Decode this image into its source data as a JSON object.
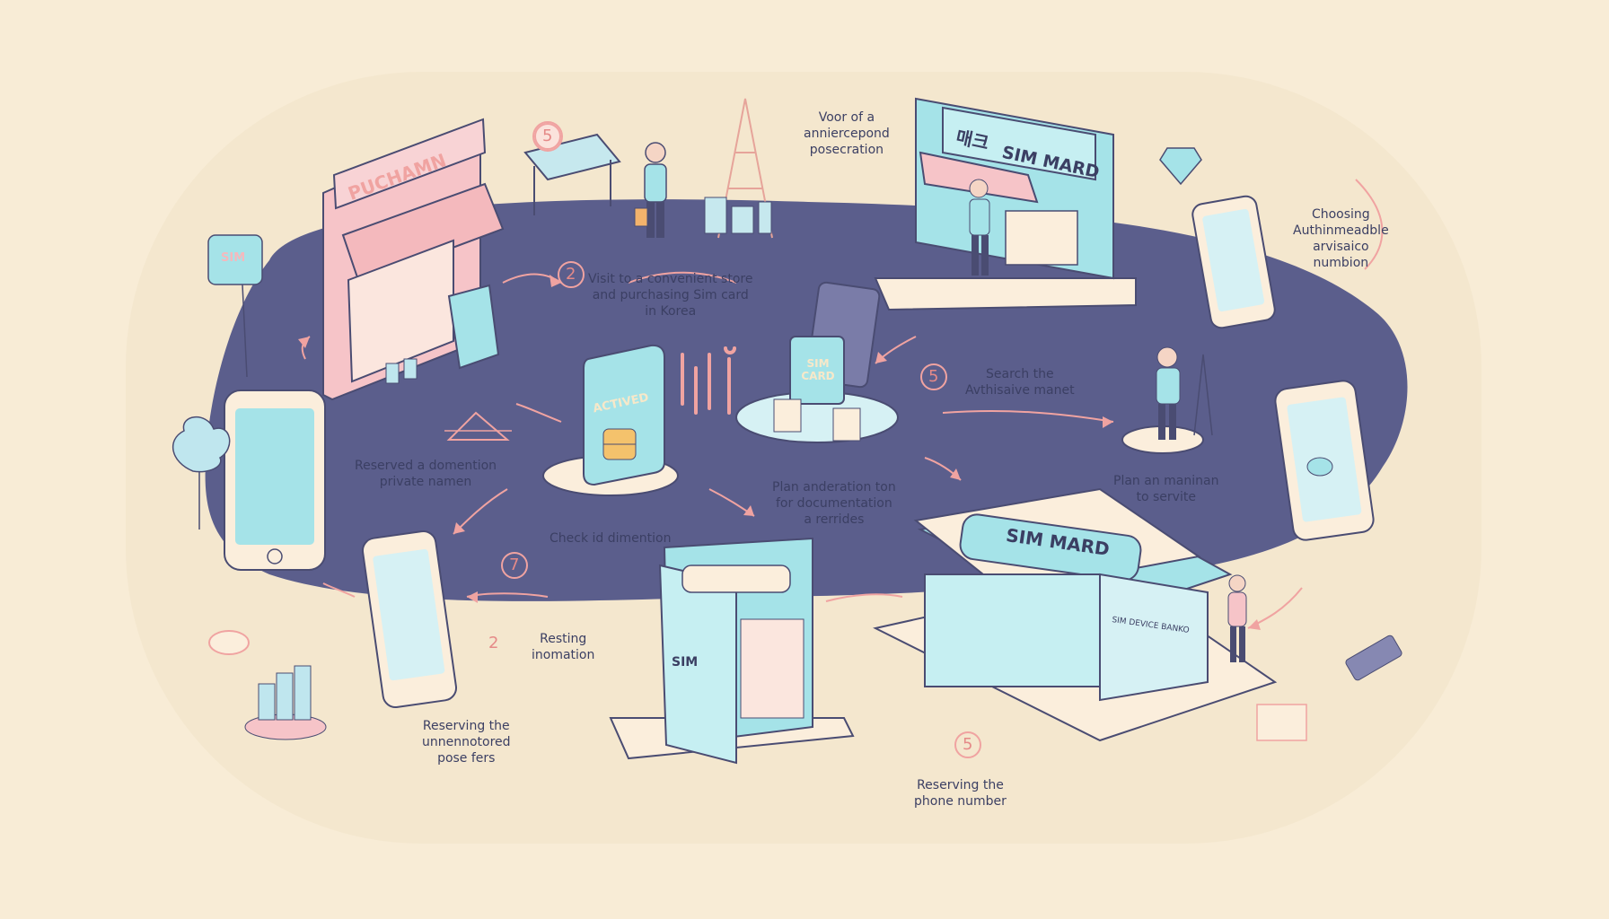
{
  "signs": {
    "shop_left": "PUCHAMN",
    "shop_top": "SIM MARD",
    "shop_top_korean": "매크",
    "shop_right": "SIM MARD",
    "shop_right_sub": "SIM DEVICE BANKO",
    "sim_card_activated": "ACTIVED",
    "sim_card_package": "SIM CARD",
    "kiosk": "SIM",
    "phone_top_left_card": "SIM"
  },
  "labels": {
    "step_visit_store": "Visit to a convenient store\nand purchasing Sim card\nin Korea",
    "step_voor": "Voor of a\nanniercepond\nposecration",
    "step_choosing": "Choosing\nAuthinmeadble\narvisaico\nnumbion",
    "step_search": "Search the\nAvthisaive manet",
    "step_plan_right": "Plan an maninan\nto servite",
    "step_plan_center": "Plan anderation ton\nfor documentation\na rerrides",
    "step_reserved": "Reserved a domention\nprivate namen",
    "step_check": "Check id dimention",
    "step_resting": "Resting\ninomation",
    "step_reserving_bottom_left": "Reserving the\nunnennotored\npose fers",
    "step_reserving_phone": "Reserving the\nphone number"
  },
  "step_numbers": {
    "n_top": "5",
    "n_visit": "2",
    "n_search": "5",
    "n_seven": "7",
    "n_two_bottom": "2",
    "n_five_bottom": "5"
  },
  "colors": {
    "background": "#f8ecd6",
    "track": "#5b5e8c",
    "mint": "#a5e3e8",
    "pink": "#f4c6c7",
    "cream": "#fbeedc",
    "arrow": "#f0a3a1"
  },
  "icon_names": [
    "store-icon",
    "kiosk-icon",
    "smartphone-icon",
    "sim-card-icon",
    "person-icon",
    "tree-icon",
    "tower-icon"
  ]
}
